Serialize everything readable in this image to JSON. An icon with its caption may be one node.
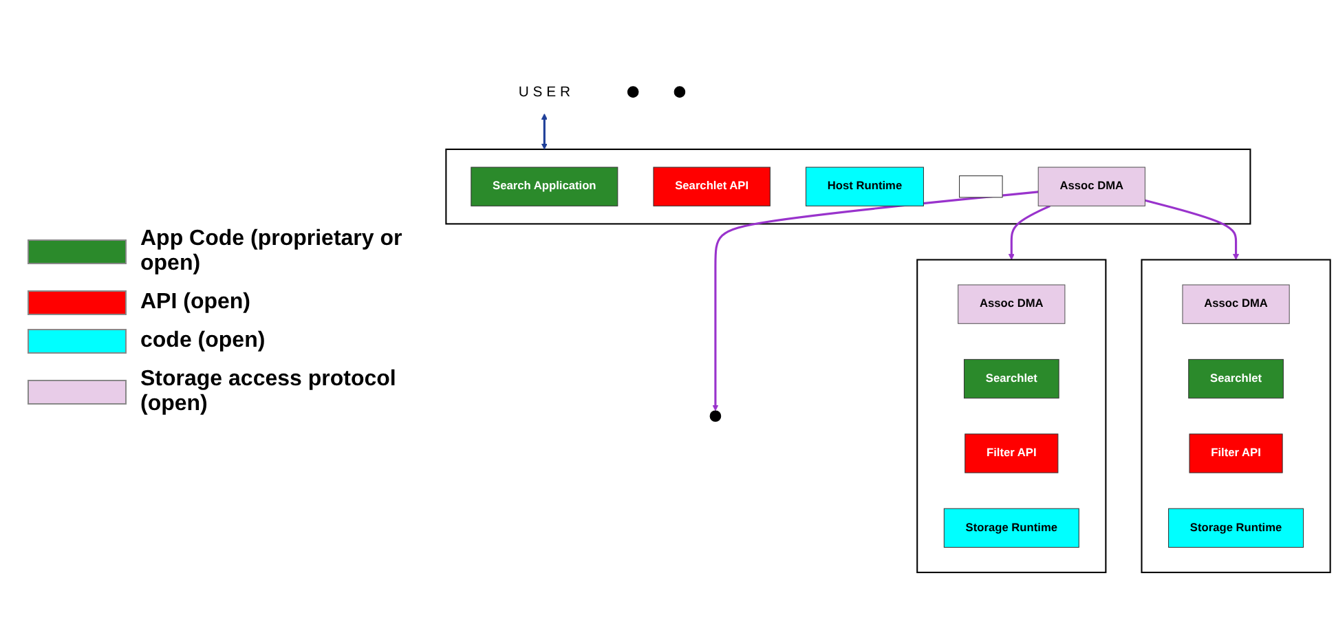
{
  "diagram": {
    "nodes": [
      {
        "text": [
          "U S E R"
        ]
      },
      {
        "text": [],
        "shape": "box"
      },
      {
        "text": [
          "Search Application"
        ],
        "in": 1
      },
      {
        "text": [
          "Searchlet API"
        ],
        "in": 1
      },
      {
        "text": [
          "Host Runtime"
        ],
        "in": 1
      },
      {
        "text": [],
        "shape": "box",
        "in": 1
      },
      {
        "text": [
          "Assoc DMA"
        ],
        "in": 1
      },
      {
        "text": [],
        "shape": "box"
      },
      {
        "text": [
          "Assoc DMA"
        ],
        "in": 7
      },
      {
        "text": [
          "Searchlet"
        ],
        "in": 7
      },
      {
        "text": [
          "Filter API"
        ],
        "in": 7
      },
      {
        "text": [
          "Storage Runtime"
        ],
        "in": 7
      },
      {
        "text": [],
        "shape": "circle"
      },
      {
        "text": [],
        "shape": "circle"
      },
      {
        "text": [],
        "shape": "circle"
      },
      {
        "text": [],
        "shape": "box"
      },
      {
        "text": [
          "Assoc DMA"
        ],
        "in": 15
      },
      {
        "text": [
          "Searchlet"
        ],
        "in": 15
      },
      {
        "text": [
          "Filter API"
        ],
        "in": 15
      },
      {
        "text": [
          "Storage Runtime"
        ],
        "in": 15
      }
    ],
    "edges": [
      {
        "from": 0,
        "to": 1,
        "arrow": "both",
        "color": "#1f3f99"
      },
      {
        "from": 6,
        "to": 7,
        "arrow": "to"
      },
      {
        "from": 6,
        "to": 12,
        "arrow": "to"
      },
      {
        "from": 6,
        "to": 15,
        "arrow": "to"
      }
    ],
    "legend": [
      {
        "text": "App Code (proprietary or open)",
        "color": "#2b8a2b"
      },
      {
        "text": "API (open)",
        "color": "#ff0000"
      },
      {
        "text": "code (open)",
        "color": "#00ffff"
      },
      {
        "text": "Storage access protocol (open)",
        "color": "#e8cce8"
      }
    ]
  }
}
